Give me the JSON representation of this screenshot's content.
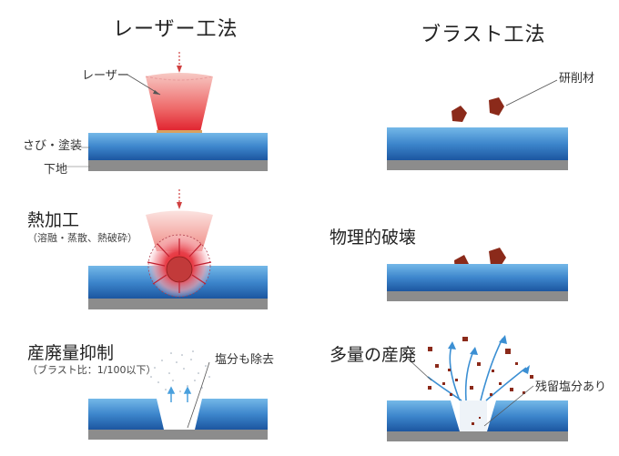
{
  "titles": {
    "laser": "レーザー工法",
    "blast": "ブラスト工法"
  },
  "left": {
    "laser_label": "レーザー",
    "rust_label": "さび・塗装",
    "base_label": "下地",
    "heat_title": "熱加工",
    "heat_sub": "（溶融・蒸散、熱破砕）",
    "waste_title": "産廃量抑制",
    "waste_sub": "（ブラスト比：1/100以下）",
    "salt_removed": "塩分も除去"
  },
  "right": {
    "abrasive_label": "研削材",
    "physical_title": "物理的破壊",
    "waste_title": "多量の産廃",
    "salt_remaining": "残留塩分あり"
  },
  "colors": {
    "coating_top": "#5aa9e0",
    "coating_bottom": "#1f5fa8",
    "substrate": "#8a8a8a",
    "laser_red": "#e8303a",
    "particle": "#8b2a1a"
  }
}
